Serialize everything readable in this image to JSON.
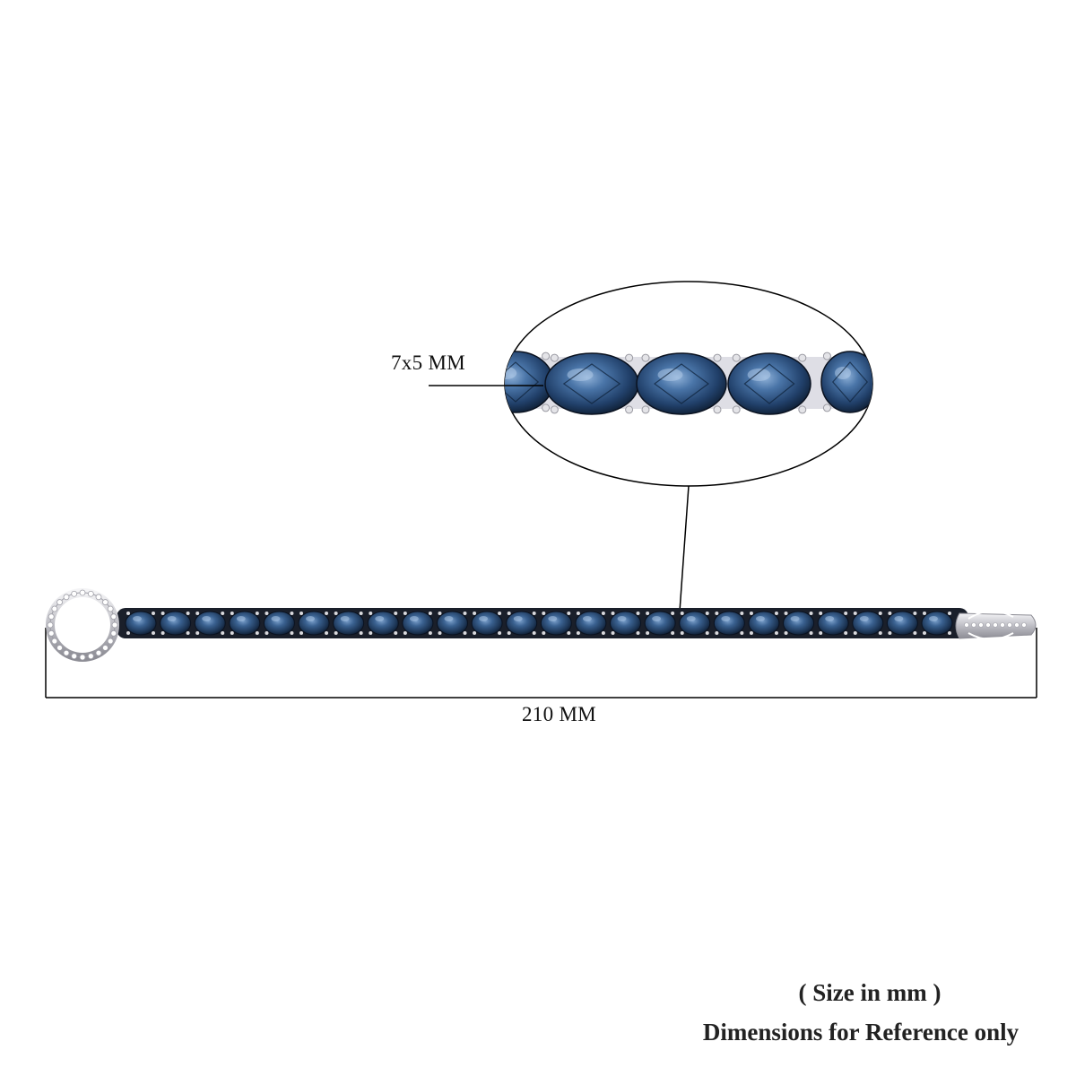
{
  "labels": {
    "gem_size": "7x5 MM",
    "bracelet_length": "210 MM"
  },
  "notes": {
    "size_unit": "( Size in mm )",
    "disclaimer": "Dimensions for Reference only"
  },
  "colors": {
    "stone_dark": "#0e1c2e",
    "stone_mid": "#25456b",
    "stone_light": "#6f93bd",
    "metal": "#d9d9dd",
    "line": "#000000"
  },
  "bracelet": {
    "stone_count": 24
  }
}
